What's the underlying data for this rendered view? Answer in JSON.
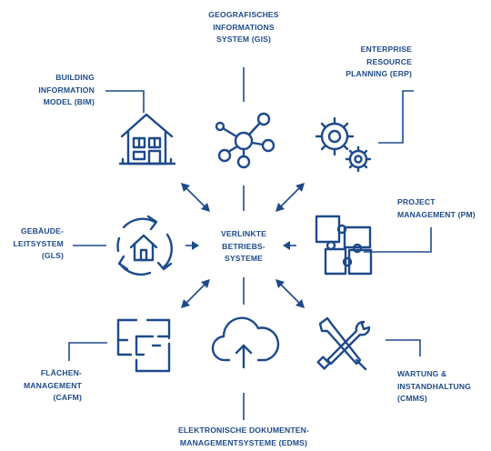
{
  "diagram": {
    "center": {
      "lines": [
        "VERLINKTE",
        "BETRIEBS-",
        "SYSTEME"
      ]
    },
    "nodes": {
      "gis": {
        "lines": [
          "GEOGRAFISCHES",
          "INFORMATIONS",
          "SYSTEM (GIS)"
        ],
        "icon": "network-icon"
      },
      "erp": {
        "lines": [
          "ENTERPRISE",
          "RESOURCE",
          "PLANNING (ERP)"
        ],
        "icon": "gears-icon"
      },
      "bim": {
        "lines": [
          "BUILDING",
          "INFORMATION",
          "MODEL (BIM)"
        ],
        "icon": "house-icon"
      },
      "pm": {
        "lines": [
          "PROJECT",
          "MANAGEMENT (PM)"
        ],
        "icon": "puzzle-icon"
      },
      "gls": {
        "lines": [
          "GEBÄUDE-",
          "LEITSYSTEM",
          "(GLS)"
        ],
        "icon": "home-cycle-icon"
      },
      "cafm": {
        "lines": [
          "FLÄCHEN-",
          "MANAGEMENT",
          "(CAFM)"
        ],
        "icon": "floorplan-icon"
      },
      "cmms": {
        "lines": [
          "WARTUNG &",
          "INSTANDHALTUNG",
          "(CMMS)"
        ],
        "icon": "tools-icon"
      },
      "edms": {
        "lines": [
          "ELEKTRONISCHE DOKUMENTEN-",
          "MANAGEMENTSYSTEME (EDMS)"
        ],
        "icon": "cloud-upload-icon"
      }
    },
    "colors": {
      "primary": "#1e4a8a",
      "background": "#ffffff"
    }
  }
}
